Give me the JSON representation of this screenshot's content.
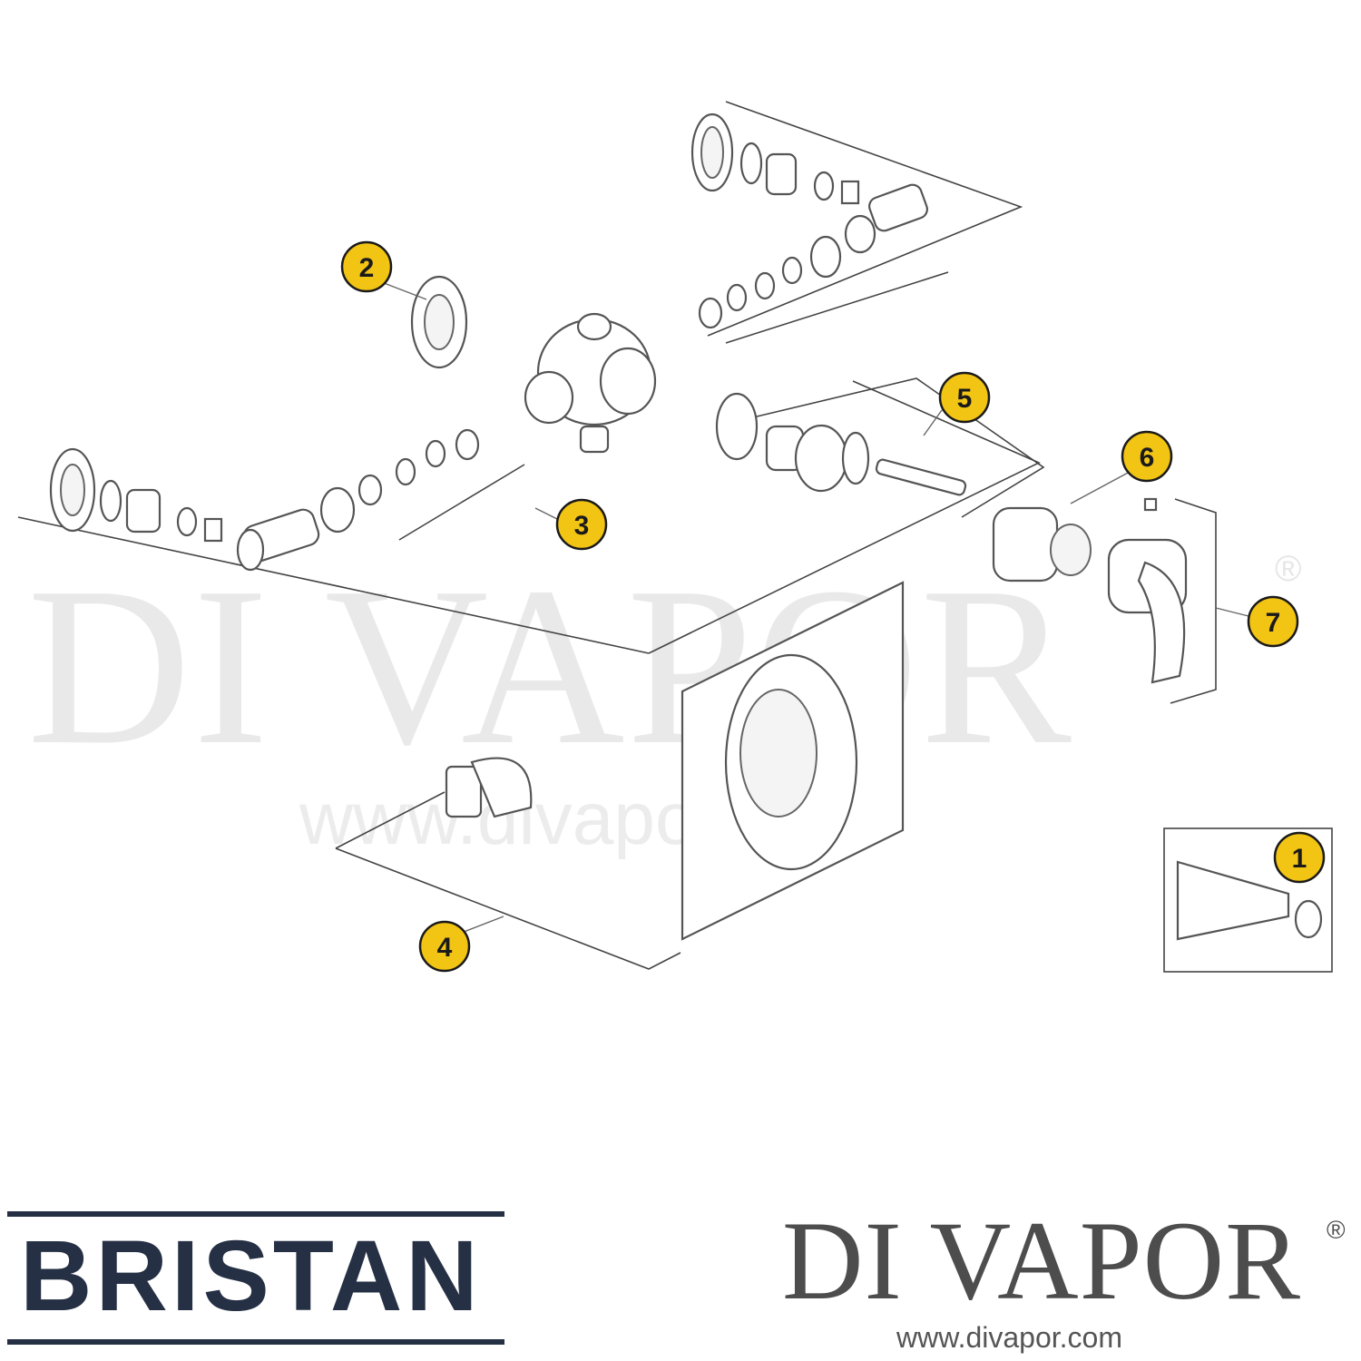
{
  "watermark": {
    "brand_text": "DI VAPOR",
    "registered_mark": "®",
    "url_text": "www.divapor.com"
  },
  "callouts": [
    {
      "number": "1"
    },
    {
      "number": "2"
    },
    {
      "number": "3"
    },
    {
      "number": "4"
    },
    {
      "number": "5"
    },
    {
      "number": "6"
    },
    {
      "number": "7"
    }
  ],
  "footer": {
    "left_logo_text": "BRISTAN",
    "right_logo_text": "DI VAPOR",
    "right_logo_registered": "®",
    "right_url": "www.divapor.com"
  },
  "colors": {
    "callout_fill": "#f2c414",
    "callout_stroke": "#1a1a1a",
    "bristan_navy": "#253044",
    "divapor_grey": "#4d4d4d",
    "watermark_grey": "#e9e9e9"
  }
}
